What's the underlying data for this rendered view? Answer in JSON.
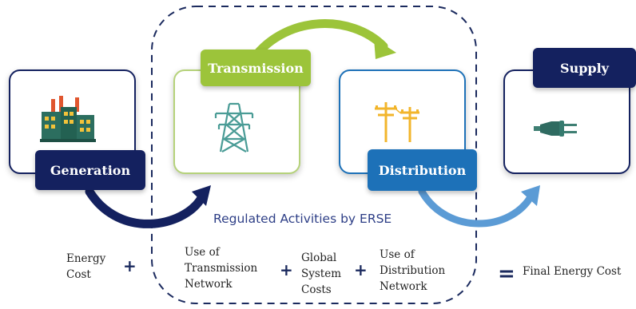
{
  "activities": {
    "generation": {
      "label": "Generation",
      "icon": "factory-icon"
    },
    "transmission": {
      "label": "Transmission",
      "icon": "transmission-tower-icon"
    },
    "distribution": {
      "label": "Distribution",
      "icon": "utility-poles-icon"
    },
    "supply": {
      "label": "Supply",
      "icon": "electric-plug-icon"
    }
  },
  "regulated_caption": "Regulated Activities by ERSE",
  "equation": {
    "energy_cost": "Energy\nCost",
    "transmission_use": "Use of\nTransmission\nNetwork",
    "global_costs": "Global\nSystem\nCosts",
    "distribution_use": "Use of\nDistribution\nNetwork",
    "plus_1": "+",
    "plus_2": "+",
    "plus_3": "+",
    "equals": "=",
    "final_cost": "Final Energy Cost"
  },
  "colors": {
    "navy": "#14215f",
    "green": "#9cc43a",
    "blue": "#1d71b8",
    "light_blue": "#5b9bd5",
    "dashed": "#1b2a5e"
  }
}
